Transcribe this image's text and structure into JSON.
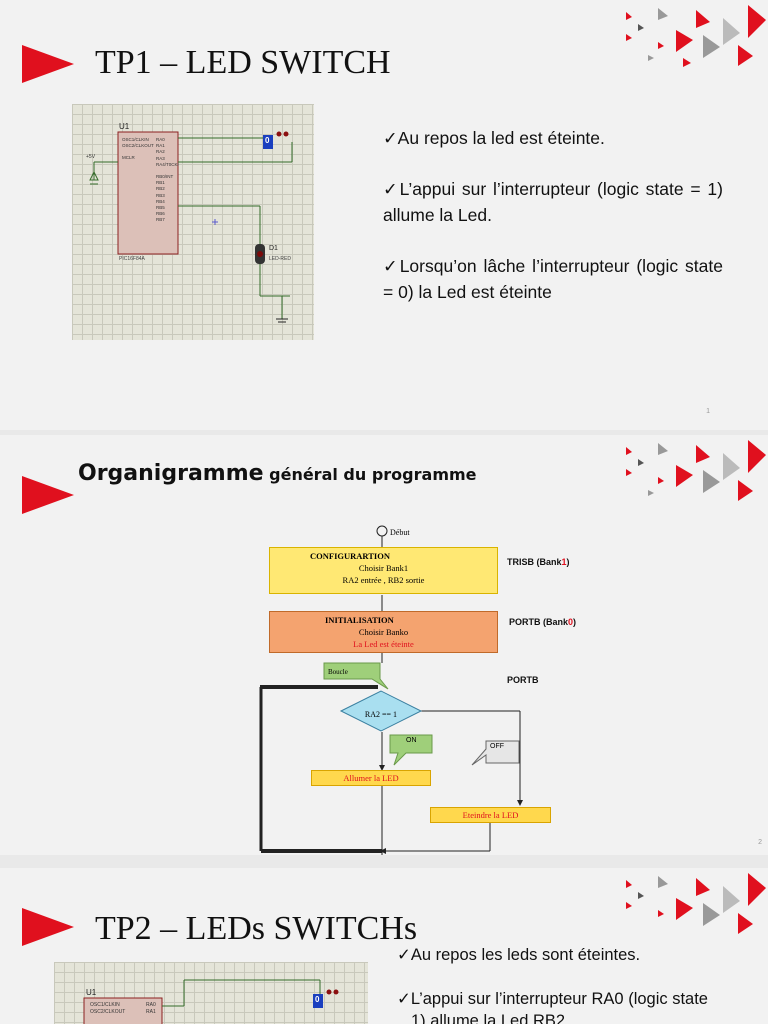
{
  "slide1": {
    "title": "TP1 – LED SWITCH",
    "bullets": [
      "Au repos la led est éteinte.",
      "L’appui sur l’interrupteur (logic state = 1) allume la Led.",
      "Lorsqu’on lâche l’interrupteur (logic state = 0) la Led est éteinte"
    ],
    "page": "1",
    "schematic": {
      "chip_ref": "U1",
      "chip_name": "PIC16F84A",
      "led_ref": "D1",
      "led_name": "LED-RED",
      "vcc": "+5V",
      "switch_state": "0",
      "left_pins": [
        "OSC1/CLKIN",
        "OSC2/CLKOUT",
        "MCLR"
      ],
      "right_pins": [
        "RA0",
        "RA1",
        "RA2",
        "RA3",
        "RA4/T0CKI",
        "RB0/INT",
        "RB1",
        "RB2",
        "RB3",
        "RB4",
        "RB5",
        "RB6",
        "RB7"
      ]
    }
  },
  "slide2": {
    "title_main": "Organigramme",
    "title_rest": " général du programme",
    "page": "2",
    "start": "Début",
    "config": {
      "title": "CONFIGURARTION",
      "line1": "Choisir Bank1",
      "line2": "RA2 entrée , RB2 sortie"
    },
    "init": {
      "title": "INITIALISATION",
      "line1": "Choisir Banko",
      "line2": "La Led est éteinte"
    },
    "loop": "Boucle",
    "decision": "RA2 == 1",
    "on": "ON",
    "off": "OFF",
    "on_action_1": "Allumer la",
    "on_action_2": " LED",
    "off_action_1": "Eteindre la",
    "off_action_2": " LED",
    "label_trisb": "TRISB (Bank",
    "label_trisb_num": "1",
    "label_portb_bank": "PORTB (Bank",
    "label_portb_num": "0",
    "label_portb": "PORTB",
    "close": ")"
  },
  "slide3": {
    "title": "TP2 – LEDs SWITCHs",
    "bullets": [
      "Au repos les leds sont éteintes.",
      "L’appui sur l’interrupteur RA0 (logic state",
      "1) allume la Led RB2"
    ],
    "schematic": {
      "chip_ref": "U1",
      "switch_state": "0",
      "pins": [
        "OSC1/CLKIN",
        "OSC2/CLKOUT",
        "RA0",
        "RA1"
      ]
    }
  },
  "colors": {
    "accent": "#e0101e",
    "config_fill": "#ffe873",
    "init_fill": "#f4a36f",
    "decision_fill": "#a9dff0",
    "loop_fill": "#9fcf7a",
    "action_fill": "#ffd84d"
  },
  "check": "✓"
}
